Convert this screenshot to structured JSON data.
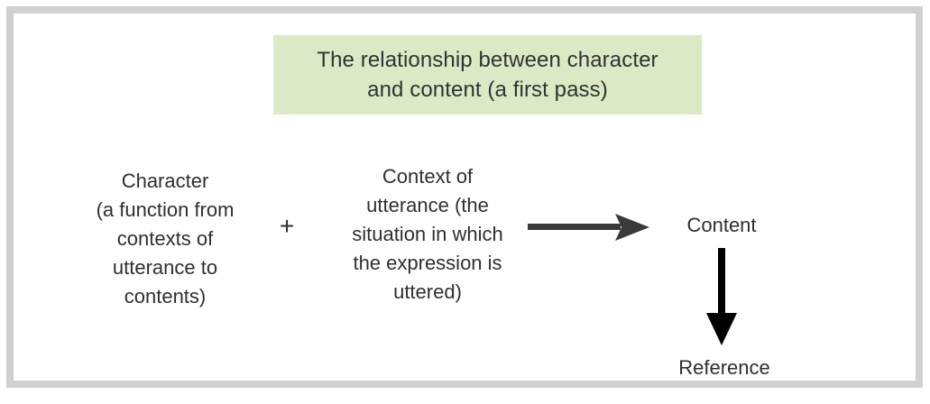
{
  "figure": {
    "title": "The relationship between character\nand content (a first pass)",
    "title_bg_color": "#dbe9c5",
    "text_color": "#2f2f2f",
    "frame_color": "#d0d0d0",
    "background_color": "#ffffff"
  },
  "terms": {
    "character": "Character\n(a function from\ncontexts of\nutterance to\ncontents)",
    "operator": "+",
    "context": "Context of\nutterance (the\nsituation in which\nthe expression is\nuttered)",
    "content": "Content",
    "reference": "Reference"
  },
  "arrows": {
    "horizontal": {
      "name": "right-arrow-icon",
      "direction": "right",
      "color": "#3a3a3a",
      "from": "Character + Context of utterance",
      "to": "Content"
    },
    "vertical": {
      "name": "down-arrow-icon",
      "direction": "down",
      "color": "#000000",
      "from": "Content",
      "to": "Reference"
    }
  }
}
